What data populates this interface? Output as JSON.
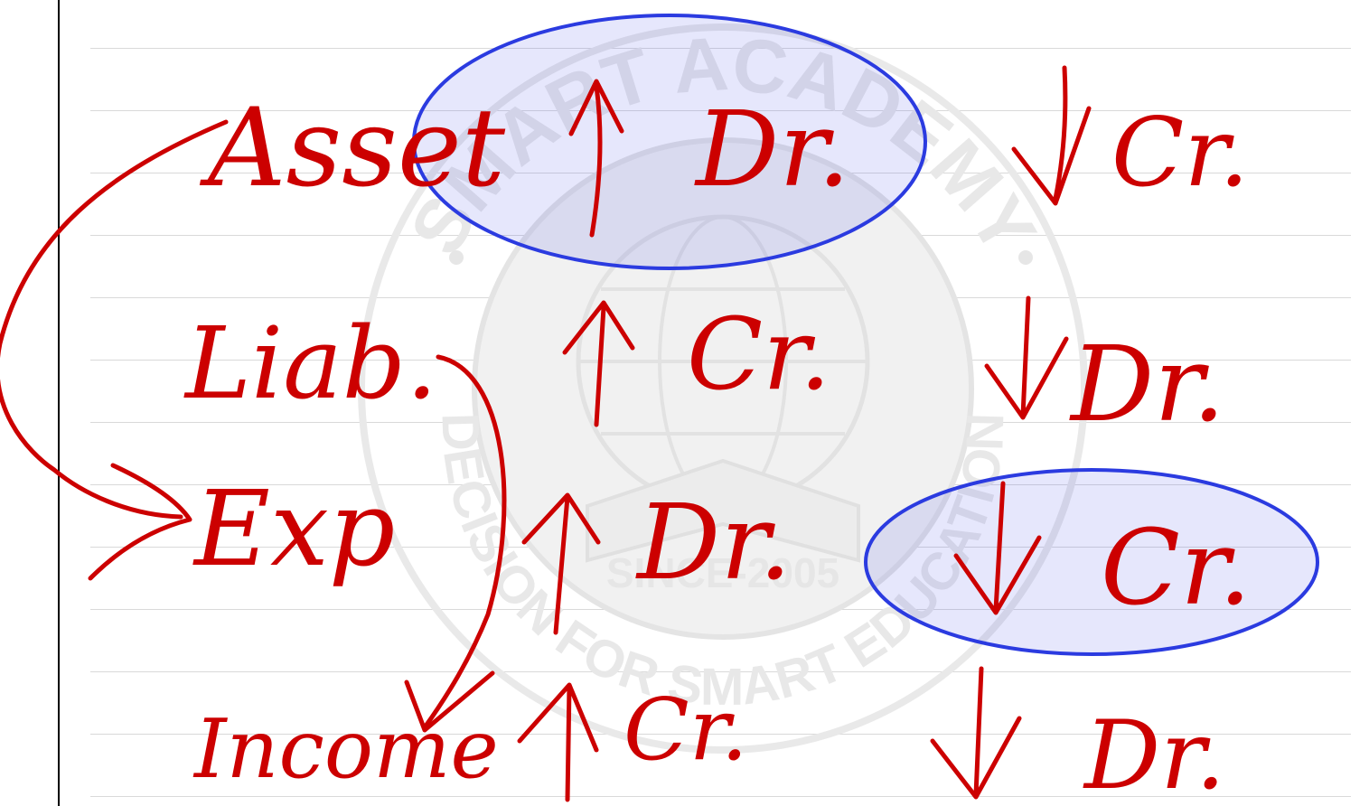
{
  "notebook": {
    "ruled": true,
    "margin_color": "#000000",
    "rule_color": "#d9d9d9"
  },
  "watermark": {
    "text_top": "SMART ACADEMY",
    "text_bottom": "DECISION FOR SMART EDUCATION",
    "since": "SINCE-2005",
    "color": "#e6e6e6"
  },
  "handwriting": {
    "ink_color": "#cc0000",
    "highlight_color": "#2b3be0",
    "rows": [
      {
        "account": "Asset",
        "increase": "Dr.",
        "decrease": "Cr."
      },
      {
        "account": "Liab.",
        "increase": "Cr.",
        "decrease": "Dr."
      },
      {
        "account": "Exp",
        "increase": "Dr.",
        "decrease": "Cr."
      },
      {
        "account": "Income",
        "increase": "Cr.",
        "decrease": "Dr."
      }
    ]
  }
}
